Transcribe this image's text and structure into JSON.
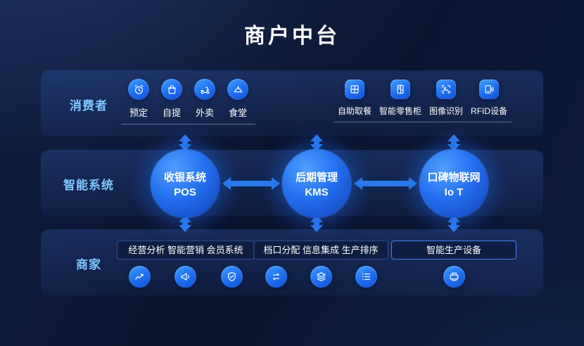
{
  "title": "商户中台",
  "consumers": {
    "label": "消费者",
    "left_items": [
      {
        "icon": "reservation-alarm-icon",
        "label": "预定"
      },
      {
        "icon": "self-pickup-bag-icon",
        "label": "自提"
      },
      {
        "icon": "takeout-scooter-icon",
        "label": "外卖"
      },
      {
        "icon": "canteen-cloche-icon",
        "label": "食堂"
      }
    ],
    "right_items": [
      {
        "icon": "pickup-locker-icon",
        "label": "自助取餐"
      },
      {
        "icon": "retail-cabinet-icon",
        "label": "智能零售柜"
      },
      {
        "icon": "image-recognition-icon",
        "label": "图像识别"
      },
      {
        "icon": "rfid-device-icon",
        "label": "RFID设备"
      }
    ]
  },
  "systems": {
    "label": "智能系统",
    "nodes": [
      {
        "line1": "收银系统",
        "line2": "POS"
      },
      {
        "line1": "后期管理",
        "line2": "KMS"
      },
      {
        "line1": "口碑物联网",
        "line2": "Io T"
      }
    ]
  },
  "merchants": {
    "label": "商家",
    "groups": [
      {
        "label": "经营分析 智能营销 会员系统",
        "icons": [
          "analytics-icon",
          "marketing-icon",
          "membership-icon"
        ]
      },
      {
        "label": "档口分配 信息集成 生产排序",
        "icons": [
          "allocation-swap-icon",
          "integration-layers-icon",
          "sequence-list-icon"
        ]
      },
      {
        "label": "智能生产设备",
        "icons": [
          "smart-production-device-icon"
        ]
      }
    ]
  },
  "colors": {
    "background": "#0a142e",
    "band": "#233f78",
    "accent_blue": "#2a7bee",
    "icon_blue": "#1e6cf0",
    "row_label_blue": "#7ec9ff",
    "text_white": "#ffffff"
  }
}
